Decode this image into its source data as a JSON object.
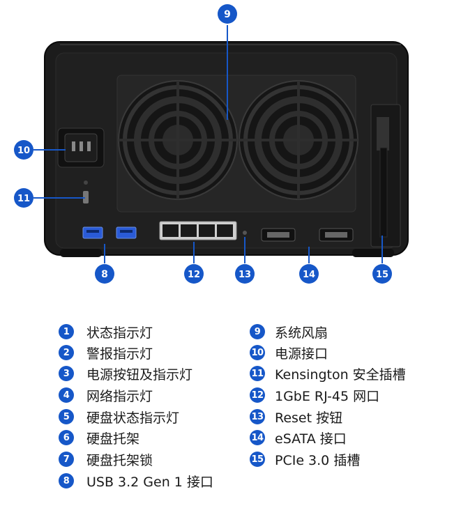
{
  "colors": {
    "callout": "#1657c8",
    "device_body": "#1c1c1c",
    "port_blue": "#2a5bd7"
  },
  "callouts": [
    "9",
    "10",
    "11",
    "8",
    "12",
    "13",
    "14",
    "15"
  ],
  "legend": {
    "left": [
      {
        "num": "1",
        "label": "状态指示灯"
      },
      {
        "num": "2",
        "label": "警报指示灯"
      },
      {
        "num": "3",
        "label": "电源按钮及指示灯"
      },
      {
        "num": "4",
        "label": "网络指示灯"
      },
      {
        "num": "5",
        "label": "硬盘状态指示灯"
      },
      {
        "num": "6",
        "label": "硬盘托架"
      },
      {
        "num": "7",
        "label": "硬盘托架锁"
      },
      {
        "num": "8",
        "label": "USB 3.2 Gen 1 接口"
      }
    ],
    "right": [
      {
        "num": "9",
        "label": "系统风扇"
      },
      {
        "num": "10",
        "label": "电源接口"
      },
      {
        "num": "11",
        "label": "Kensington 安全插槽"
      },
      {
        "num": "12",
        "label": "1GbE RJ-45 网口"
      },
      {
        "num": "13",
        "label": "Reset 按钮"
      },
      {
        "num": "14",
        "label": "eSATA 接口"
      },
      {
        "num": "15",
        "label": "PCIe 3.0 插槽"
      }
    ]
  }
}
